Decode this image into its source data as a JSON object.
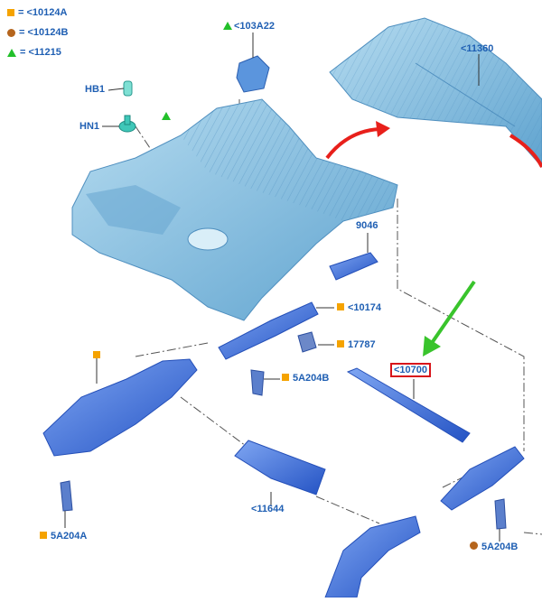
{
  "legend": [
    {
      "marker": "square",
      "color": "#f5a300",
      "label": "= <10124A"
    },
    {
      "marker": "circle",
      "color": "#b5651d",
      "label": "= <10124B"
    },
    {
      "marker": "triangle",
      "color": "#22c02a",
      "label": "= <11215"
    }
  ],
  "labels": {
    "p103A22": "<103A22",
    "pHB1": "HB1",
    "pHN1": "HN1",
    "p11360": "<11360",
    "p9046": "9046",
    "p10174": "<10174",
    "p17787": "17787",
    "p5A204B_mid": "5A204B",
    "p10700": "<10700",
    "p5A204A": "5A204A",
    "p11644": "<11644",
    "p5A204B_right": "5A204B"
  },
  "colors": {
    "label_text": "#1f5fb3",
    "floor_panel": "#86bfe0",
    "rail_blue": "#3b6fdb",
    "arrow_red": "#e8201b",
    "arrow_green": "#39c42c",
    "highlight_box": "#d8141a"
  }
}
